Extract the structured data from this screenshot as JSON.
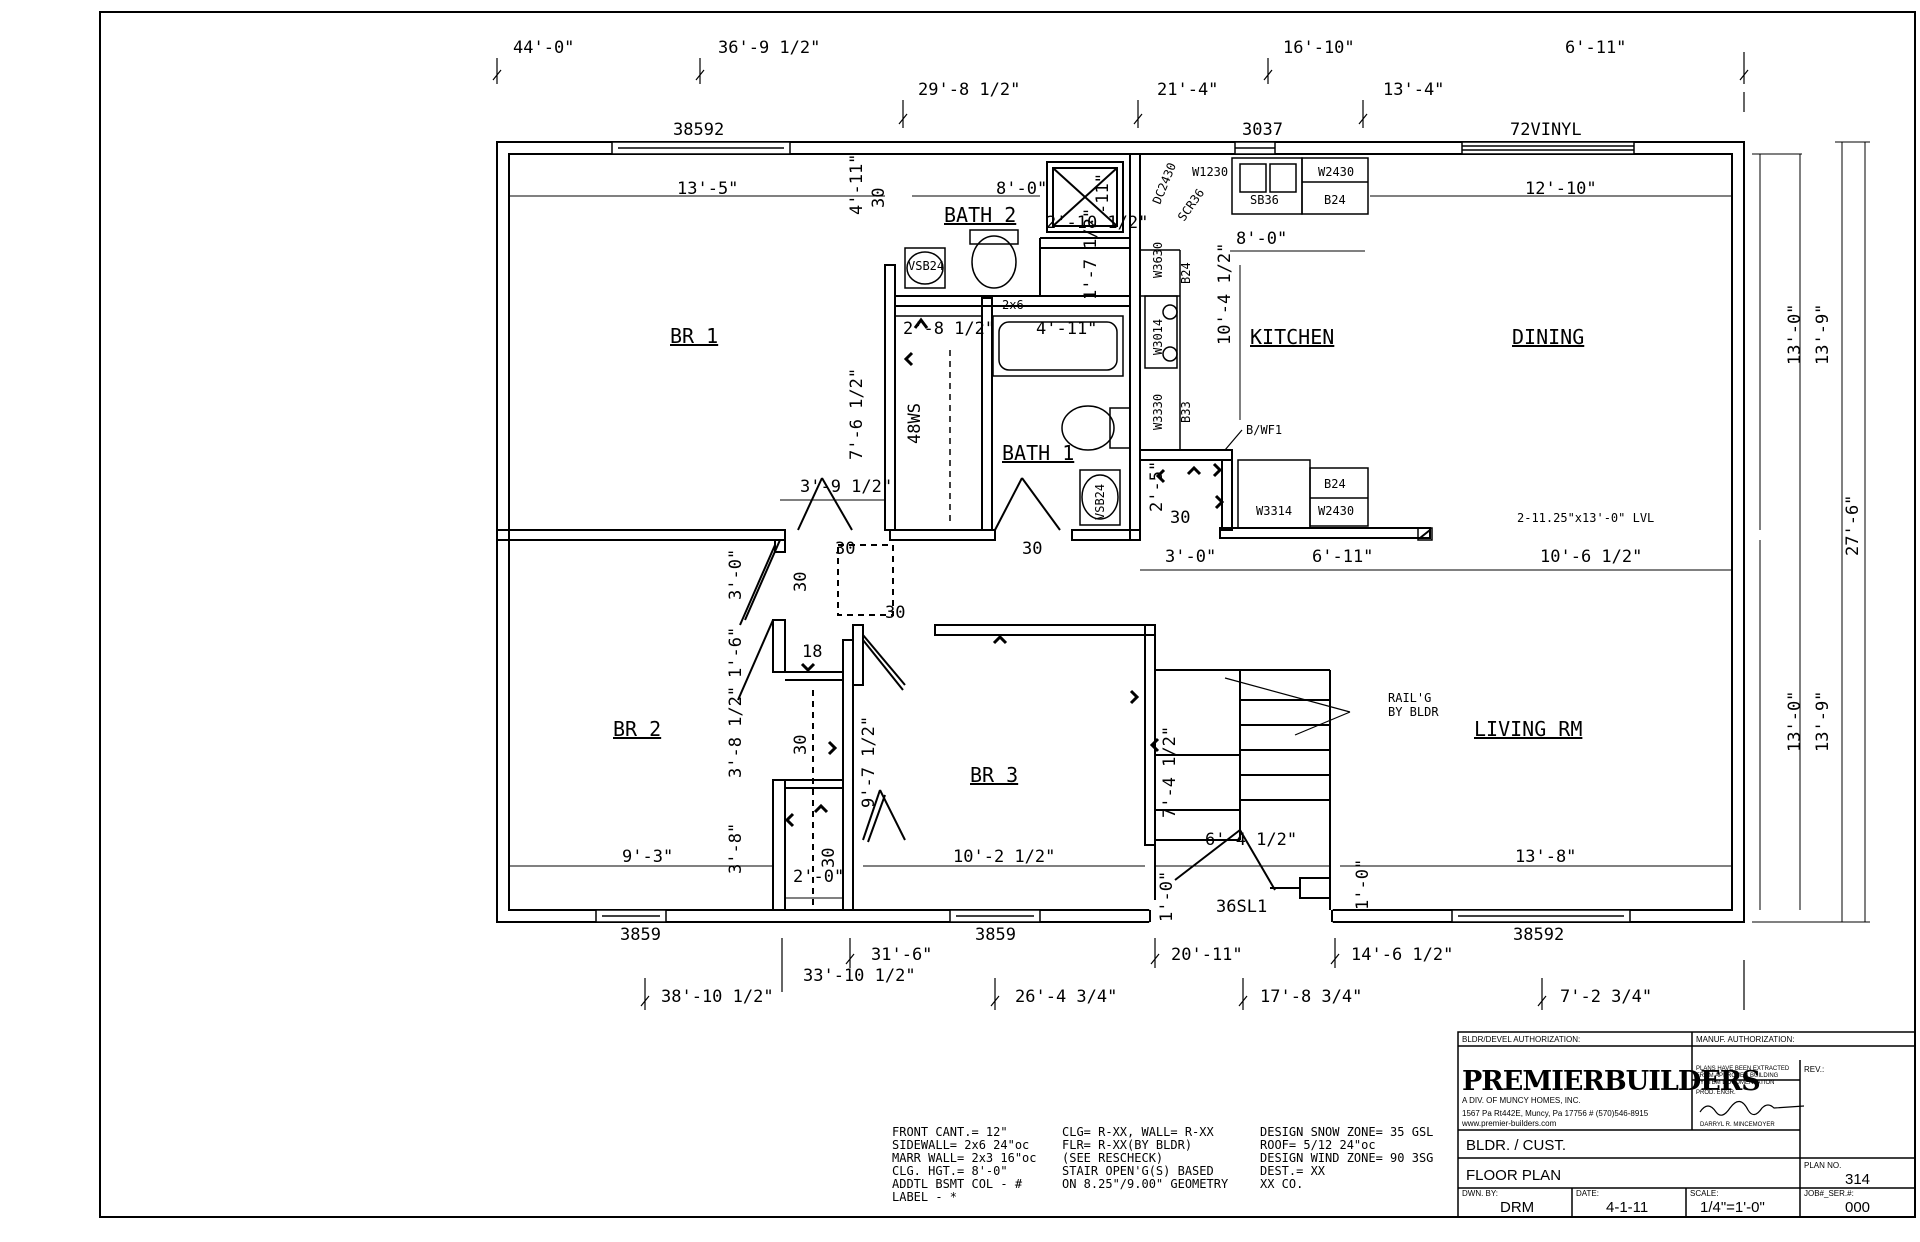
{
  "top_dims": {
    "row1": [
      "44'-0\"",
      "36'-9 1/2\"",
      "16'-10\"",
      "6'-11\""
    ],
    "row2": [
      "29'-8 1/2\"",
      "21'-4\"",
      "13'-4\""
    ]
  },
  "window_labels_top": [
    "38592",
    "3037",
    "72VINYL"
  ],
  "window_labels_bottom": [
    "3859",
    "3859",
    "38592"
  ],
  "bottom_dims": {
    "row1": [
      "31'-6\"",
      "20'-11\"",
      "14'-6 1/2\""
    ],
    "row2": [
      "33'-10 1/2\""
    ],
    "row3": [
      "38'-10 1/2\"",
      "26'-4 3/4\"",
      "17'-8 3/4\"",
      "7'-2 3/4\""
    ]
  },
  "rooms": {
    "br1": "BR 1",
    "br2": "BR 2",
    "br3": "BR 3",
    "bath1": "BATH 1",
    "bath2": "BATH 2",
    "kitchen": "KITCHEN",
    "dining": "DINING",
    "living": "LIVING RM"
  },
  "interior_dims": {
    "br1_width": "13'-5\"",
    "bath2_width": "8'-0\"",
    "bath2_shower": "2'-10 1/2\"",
    "shower_depth": "-11\"",
    "bath_closet": "1'-7 1/2\"",
    "closet_depth": "4'-11\"",
    "closet_30": "30",
    "hall_width": "2'-8 1/2\"",
    "tub": "4'-11\"",
    "br1_depth": "7'-6 1/2\"",
    "hall_door": "3'-9 1/2\"",
    "kitchen_8": "8'-0\"",
    "kitchen_depth": "10'-4 1/2\"",
    "dining_width": "12'-10\"",
    "kitchen_6": "6'-11\"",
    "dining_10": "10'-6 1/2\"",
    "kitchen_3": "3'-0\"",
    "kitchen_2": "2'-5\"",
    "d30a": "30",
    "d30b": "30",
    "d30c": "30",
    "d30d": "30",
    "d30e": "30",
    "d30f": "30",
    "d30g": "30",
    "d18": "18",
    "br2_3": "3'-0\"",
    "br2_1": "1'-6\"",
    "br2_38a": "3'-8 1/2\"",
    "br2_38b": "3'-8\"",
    "br2_width": "9'-3\"",
    "closet_2": "2'-0\"",
    "br3_depth": "9'-7 1/2\"",
    "br3_width": "10'-2 1/2\"",
    "stair_7": "7'-4 1/2\"",
    "stair_6": "6'-4 1/2\"",
    "living_width": "13'-8\"",
    "entry_1a": "1'-0\"",
    "entry_1b": "1'-0\"",
    "right_13a": "13'-0\"",
    "right_13b": "13'-9\"",
    "right_13c": "13'-0\"",
    "right_13d": "13'-9\"",
    "right_27": "27'-6\""
  },
  "fixtures": {
    "vsb24a": "VSB24",
    "vsb24b": "VSB24",
    "ws48": "48WS",
    "two_x6": "2x6",
    "dc2430": "DC2430",
    "w1230": "W1230",
    "scr36": "SCR36",
    "sb36": "SB36",
    "w2430a": "W2430",
    "b24a": "B24",
    "w3630": "W3630",
    "b24b": "B24",
    "w3014": "W3014",
    "w3330": "W3330",
    "b33": "B33",
    "bwf1": "B/WF1",
    "w3314": "W3314",
    "b24c": "B24",
    "w2430b": "W2430",
    "lvl": "2-11.25\"x13'-0\" LVL",
    "railing1": "RAIL'G",
    "railing2": "BY BLDR",
    "door36": "36SL1"
  },
  "notes": {
    "col1": [
      "FRONT CANT.= 12\"",
      "SIDEWALL=   2x6 24\"oc",
      "MARR WALL= 2x3 16\"oc",
      "CLG. HGT.=   8'-0\"",
      "ADDTL BSMT COL - #",
      "LABEL - *"
    ],
    "col2": [
      "CLG= R-XX, WALL= R-XX",
      "  FLR= R-XX(BY BLDR)",
      "  (SEE RESCHECK)",
      "STAIR OPEN'G(S) BASED",
      "  ON 8.25\"/9.00\" GEOMETRY"
    ],
    "col3": [
      "DESIGN SNOW ZONE= 35 GSL",
      "ROOF= 5/12 24\"oc",
      "DESIGN WIND ZONE= 90 3SG",
      "DEST.= XX",
      "      XX CO."
    ]
  },
  "title_block": {
    "bldr_auth": "BLDR/DEVEL AUTHORIZATION:",
    "manuf_auth": "MANUF. AUTHORIZATION:",
    "brand": "PREMIERBUILDERS",
    "division": "A DIV. OF MUNCY HOMES, INC.",
    "address": "1567 Pa Rt442E, Muncy, Pa 17756  # (570)546-8915",
    "website": "www.premier-builders.com",
    "plans_note": [
      "PLANS HAVE BEEN EXTRACTED",
      "FROM APPROVED BUILDING",
      "SYSTEM DOCUMENTATION"
    ],
    "prod_engr": "PROD. ENGR.",
    "engineer": "DARRYL R. MINCEMOYER",
    "rev": "REV.:",
    "bldr_cust": "BLDR. / CUST.",
    "floor_plan": "FLOOR PLAN",
    "plan_no_label": "PLAN NO.",
    "plan_no": "314",
    "dwn_by_label": "DWN. BY:",
    "dwn_by": "DRM",
    "date_label": "DATE:",
    "date": "4-1-11",
    "scale_label": "SCALE:",
    "scale": "1/4\"=1'-0\"",
    "job_label": "JOB#_SER.#:",
    "job": "000"
  }
}
